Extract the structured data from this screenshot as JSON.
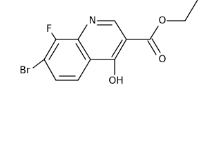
{
  "molecule": {
    "atoms": {
      "nitrogen": "N",
      "fluorine": "F",
      "bromine": "Br",
      "hydroxyl": "OH",
      "ester_oxygen": "O",
      "carbonyl_oxygen": "O"
    }
  }
}
